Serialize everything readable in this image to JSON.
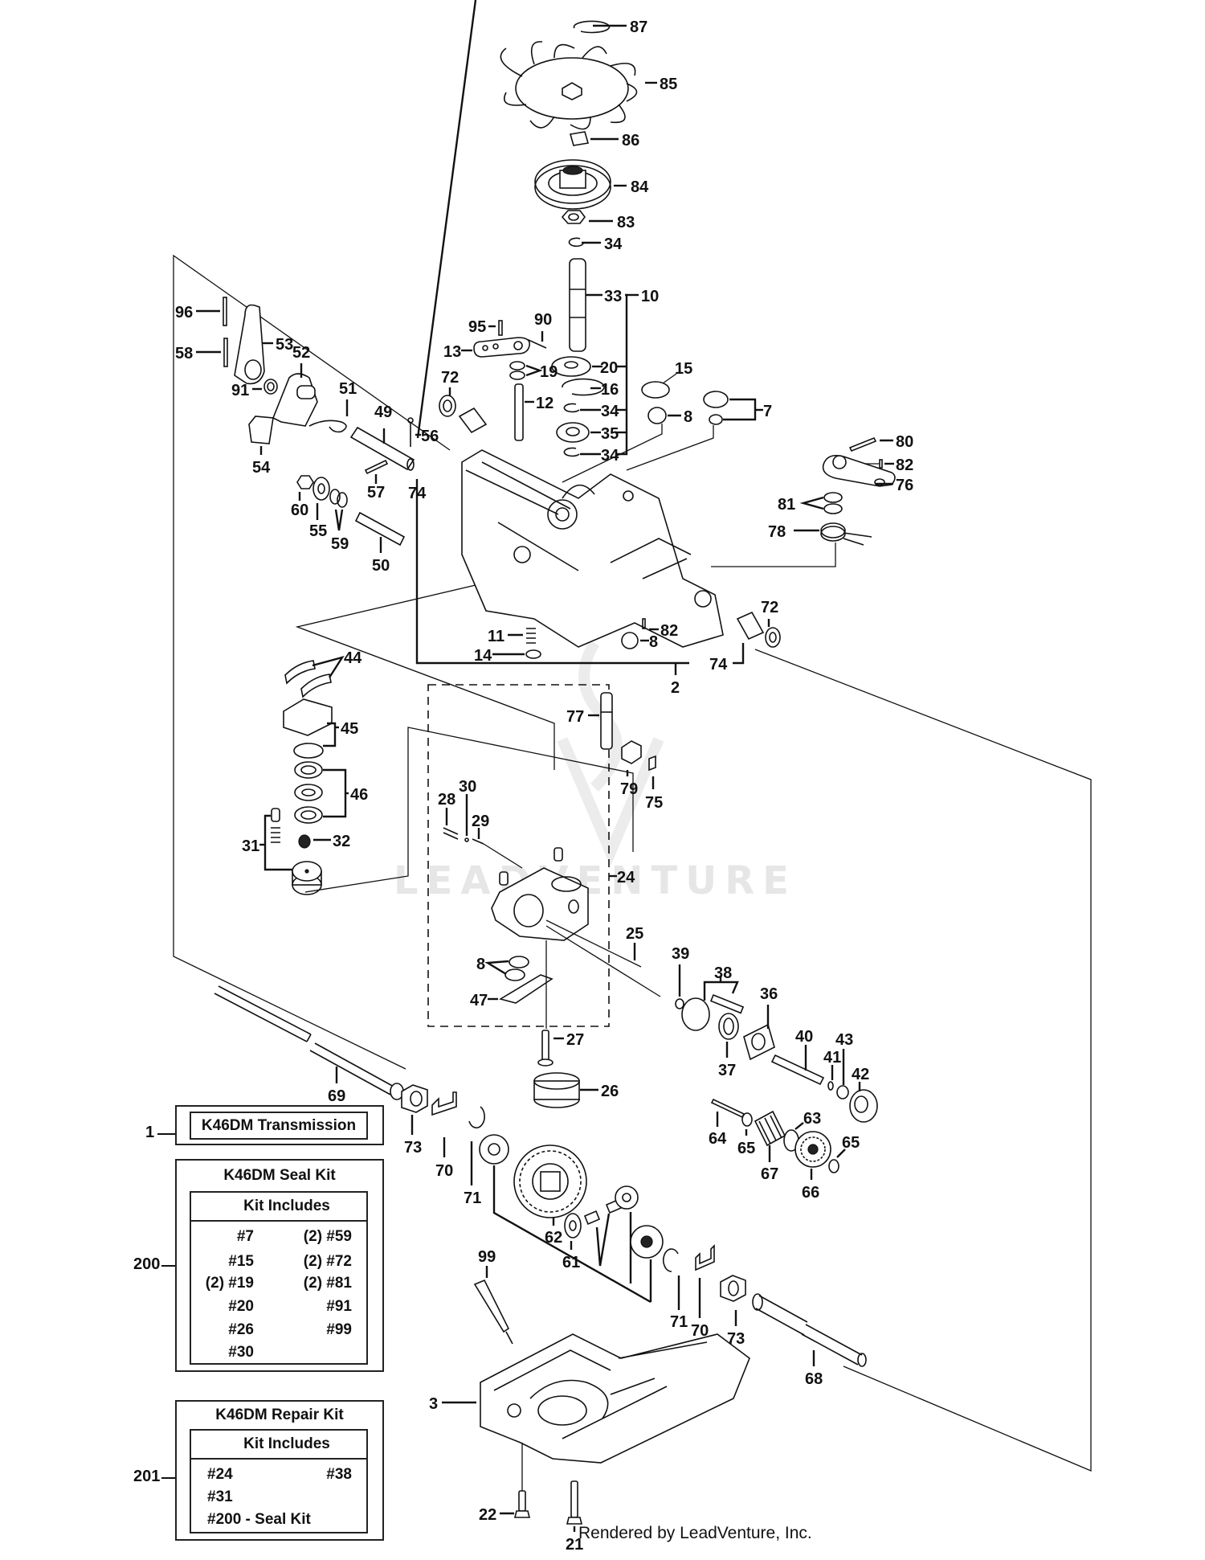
{
  "diagram": {
    "title": "K46DM Transmission Exploded Parts Diagram",
    "watermark": "LEADVENTURE",
    "credit": "Rendered by LeadVenture, Inc."
  },
  "callouts": {
    "c87": "87",
    "c85": "85",
    "c86": "86",
    "c84": "84",
    "c83": "83",
    "c34a": "34",
    "c33": "33",
    "c10": "10",
    "c95": "95",
    "c90": "90",
    "c13": "13",
    "c19": "19",
    "c20": "20",
    "c16": "16",
    "c12": "12",
    "c34b": "34",
    "c35": "35",
    "c34c": "34",
    "c15": "15",
    "c8a": "8",
    "c7": "7",
    "c96": "96",
    "c58": "58",
    "c53": "53",
    "c52": "52",
    "c91": "91",
    "c51": "51",
    "c72a": "72",
    "c49": "49",
    "c56": "56",
    "c54": "54",
    "c57": "57",
    "c74a": "74",
    "c60": "60",
    "c55": "55",
    "c59": "59",
    "c50": "50",
    "c80": "80",
    "c82a": "82",
    "c76": "76",
    "c81": "81",
    "c78": "78",
    "c72b": "72",
    "c11": "11",
    "c82b": "82",
    "c14": "14",
    "c8b": "8",
    "c74b": "74",
    "c2": "2",
    "c44": "44",
    "c45": "45",
    "c77": "77",
    "c46": "46",
    "c79": "79",
    "c75": "75",
    "c28": "28",
    "c30": "30",
    "c29": "29",
    "c31": "31",
    "c32": "32",
    "c24": "24",
    "c25": "25",
    "c8c": "8",
    "c39": "39",
    "c38": "38",
    "c36": "36",
    "c47": "47",
    "c27": "27",
    "c40": "40",
    "c43": "43",
    "c41": "41",
    "c42": "42",
    "c37": "37",
    "c26": "26",
    "c69": "69",
    "c73a": "73",
    "c70a": "70",
    "c71a": "71",
    "c64": "64",
    "c65a": "65",
    "c63": "63",
    "c65b": "65",
    "c67": "67",
    "c66": "66",
    "c62": "62",
    "c61": "61",
    "c99": "99",
    "c71b": "71",
    "c70b": "70",
    "c73b": "73",
    "c68": "68",
    "c3": "3",
    "c22": "22",
    "c21": "21"
  },
  "kits": {
    "transmission": {
      "ref": "1",
      "label": "K46DM Transmission"
    },
    "seal_kit": {
      "ref": "200",
      "title": "K46DM Seal Kit",
      "header": "Kit Includes",
      "left_items": [
        "#7",
        "#15",
        "(2) #19",
        "#20",
        "#26",
        "#30"
      ],
      "right_items": [
        "(2) #59",
        "(2) #72",
        "(2) #81",
        "#91",
        "#99"
      ]
    },
    "repair_kit": {
      "ref": "201",
      "title": "K46DM Repair Kit",
      "header": "Kit Includes",
      "left_items": [
        "#24",
        "#31",
        "#200 - Seal Kit"
      ],
      "right_items": [
        "#38"
      ]
    }
  }
}
